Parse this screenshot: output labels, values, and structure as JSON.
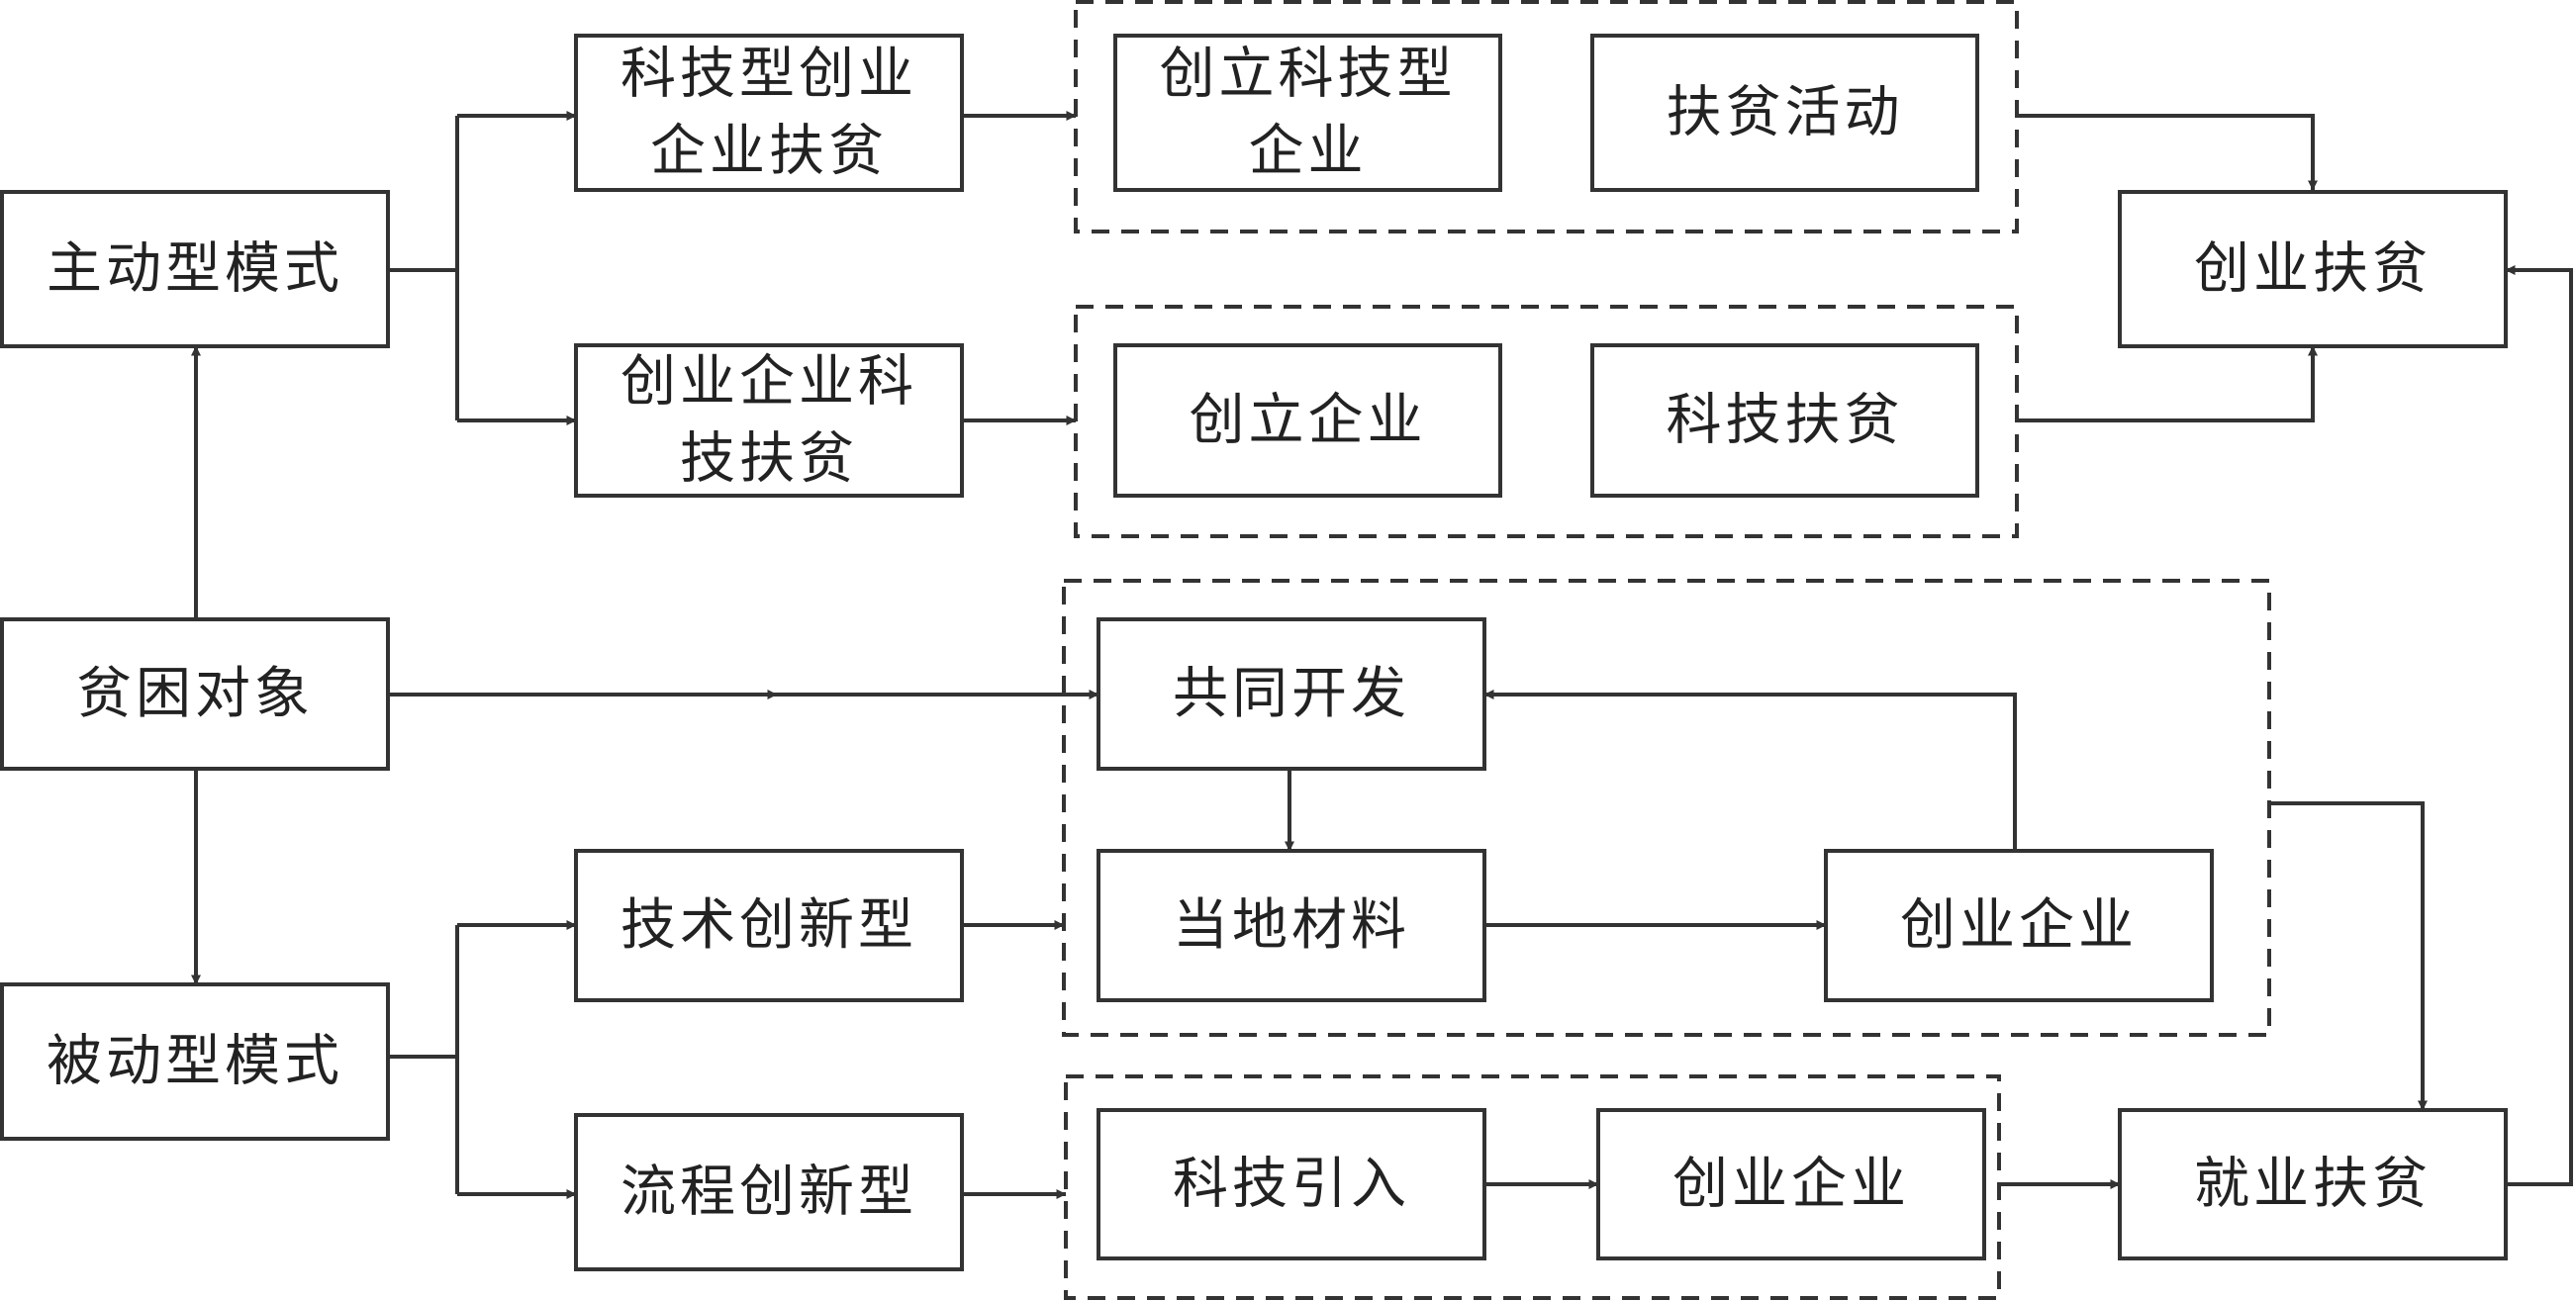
{
  "nodes": {
    "active_mode": [
      "主动型模式"
    ],
    "tech_startup_poverty": [
      "科技型创业",
      "企业扶贫"
    ],
    "startup_tech_poverty": [
      "创业企业科",
      "技扶贫"
    ],
    "found_tech_enterprise": [
      "创立科技型",
      "企业"
    ],
    "poverty_activity": [
      "扶贫活动"
    ],
    "found_enterprise": [
      "创立企业"
    ],
    "tech_poverty": [
      "科技扶贫"
    ],
    "entrepreneurship_poverty": [
      "创业扶贫"
    ],
    "poor_people": [
      "贫困对象"
    ],
    "joint_development": [
      "共同开发"
    ],
    "local_materials": [
      "当地材料"
    ],
    "startup_enterprise_a": [
      "创业企业"
    ],
    "passive_mode": [
      "被动型模式"
    ],
    "tech_innovation": [
      "技术创新型"
    ],
    "process_innovation": [
      "流程创新型"
    ],
    "tech_introduction": [
      "科技引入"
    ],
    "startup_enterprise_b": [
      "创业企业"
    ],
    "employment_poverty": [
      "就业扶贫"
    ]
  },
  "colors": {
    "stroke": "#333333",
    "arrow": "#333333",
    "text": "#222222",
    "background": "#ffffff"
  }
}
